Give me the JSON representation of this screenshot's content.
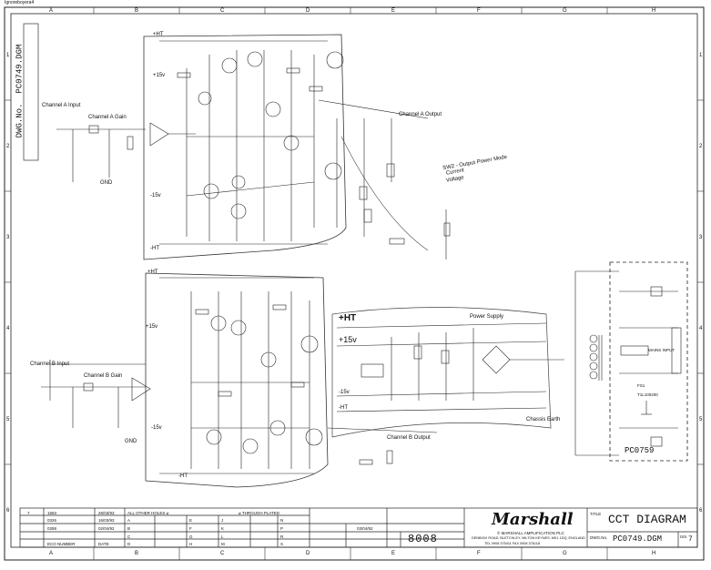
{
  "page": {
    "header_text": "Ignoreboyera4"
  },
  "grid": {
    "columns": [
      "A",
      "B",
      "C",
      "D",
      "E",
      "F",
      "G",
      "H"
    ],
    "rows": [
      "1",
      "2",
      "3",
      "4",
      "5",
      "6"
    ]
  },
  "drawing_no_side": {
    "label": "DWG.No.",
    "value": "PC0749.DGM"
  },
  "channel_a": {
    "input": "Channel A Input",
    "gain": "Channel A Gain",
    "output": "Channel A Output",
    "switch_label": "SW2 - Output Power Mode",
    "switch_opt1": "Current",
    "switch_opt2": "Voltage"
  },
  "channel_b": {
    "input": "Channel B Input",
    "gain": "Channel B Gain",
    "output": "Channel B Output"
  },
  "rails": {
    "plus_ht": "+HT",
    "minus_ht": "-HT",
    "plus_15": "+15v",
    "minus_15": "-15v",
    "gnd": "GND",
    "chassis_earth": "Chassis Earth",
    "power_supply": "Power Supply"
  },
  "transformer_box": {
    "id": "PC0759",
    "mains_input": "MAINS INPUT",
    "fuse_label": "FS1",
    "fuse_value": "T1L100200"
  },
  "title_block": {
    "revisions": [
      {
        "rev": "7",
        "no": "1583",
        "date": "26/03/93"
      },
      {
        "rev": "",
        "no": "0326",
        "date": "16/03/93"
      },
      {
        "rev": "",
        "no": "0288",
        "date": "02/04/92"
      },
      {
        "rev": "",
        "no": "ECO NUMBER",
        "date": "DATE"
      }
    ],
    "holes_header": "ALL OTHER HOLES ⌀",
    "plated_header": "⌀ THROUGH PLATED",
    "hole_letters": [
      "A",
      "B",
      "C",
      "D",
      "E",
      "F",
      "G",
      "H",
      "J",
      "K",
      "L",
      "M",
      "N",
      "P",
      "R",
      "S"
    ],
    "drawn_date": "03/04/92",
    "drawing_number": "8008",
    "brand": "Marshall",
    "company": "© MARSHALL AMPLIFICATION PLC",
    "address": "DENBIGH ROAD, BLETCHLEY, MILTON KEYNES, MK1 1DQ, ENGLAND",
    "phone": "TEL 0908 375411  FAX 0908 376118",
    "title_label": "TITLE",
    "title": "CCT DIAGRAM",
    "dwg_label": "DWG.No.",
    "dwg_value": "PC0749.DGM",
    "iss_label": "ISS",
    "iss_value": "7"
  }
}
